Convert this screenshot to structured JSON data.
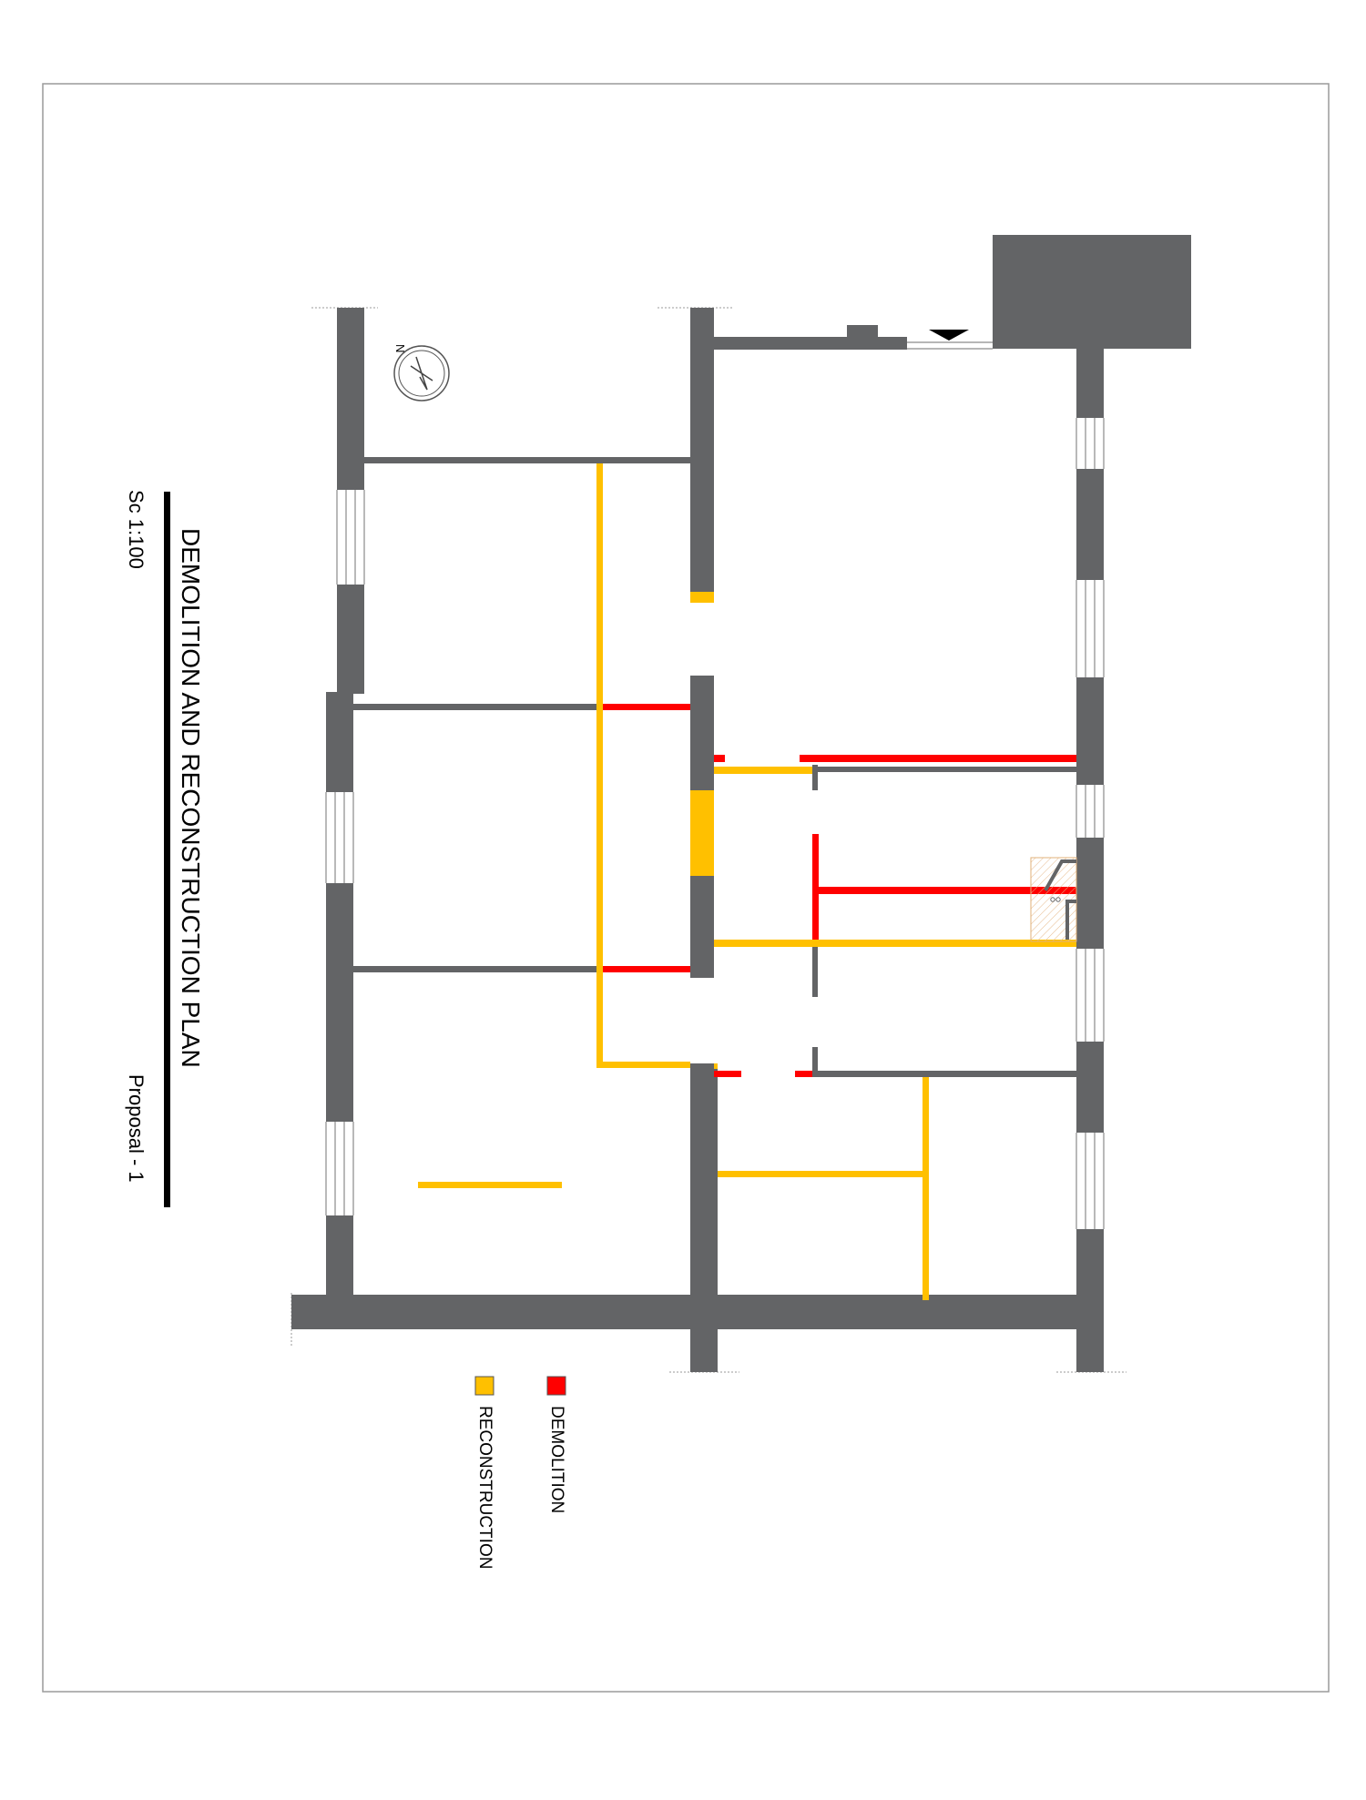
{
  "title_block": {
    "title": "DEMOLITION AND RECONSTRUCTION PLAN",
    "scale": "Sc 1:100",
    "proposal": "Proposal - 1"
  },
  "north_arrow": {
    "label": "N",
    "icon": "north-arrow-icon"
  },
  "legend": {
    "items": [
      {
        "label": "DEMOLITION",
        "color": "#ff0000"
      },
      {
        "label": "RECONSTRUCTION",
        "color": "#ffc000"
      }
    ]
  },
  "colors": {
    "wall": "#636466",
    "demolition": "#ff0000",
    "reconstruction": "#ffc000",
    "frame": "#9a9a9a"
  }
}
